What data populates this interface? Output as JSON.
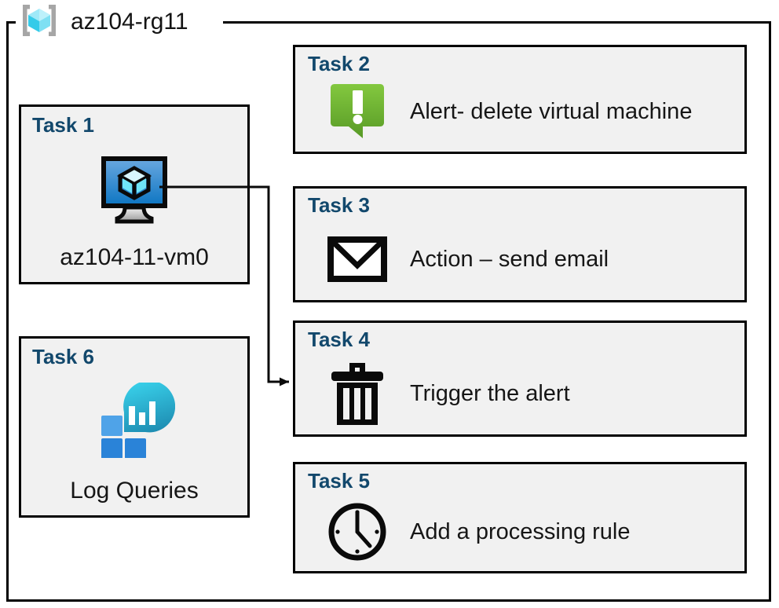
{
  "resource_group": {
    "name": "az104-rg11",
    "icon": "resource-group-cube-icon",
    "border_color": "#000000"
  },
  "colors": {
    "task_label": "#12486c",
    "box_fill": "#f1f1f1",
    "box_border": "#000000",
    "alert_green_light": "#7dc242",
    "alert_green_dark": "#5a9b27",
    "vm_blue_light": "#5ea0de",
    "vm_blue_dark": "#0c75c2",
    "log_cyan": "#35cbe9",
    "log_teal": "#1f8fb4",
    "log_square_light": "#4fa3e8",
    "log_square_dark": "#2a83d8",
    "rg_cube_cyan": "#46dcf5",
    "rg_bracket_gray": "#a6a6a6"
  },
  "tasks": [
    {
      "id": "task1",
      "label": "Task 1",
      "caption": "az104-11-vm0",
      "icon": "virtual-machine-icon",
      "column": "left"
    },
    {
      "id": "task2",
      "label": "Task 2",
      "text": "Alert- delete virtual machine",
      "icon": "alert-bubble-icon",
      "column": "right"
    },
    {
      "id": "task3",
      "label": "Task 3",
      "text": "Action – send email",
      "icon": "envelope-icon",
      "column": "right"
    },
    {
      "id": "task4",
      "label": "Task 4",
      "text": "Trigger the alert",
      "icon": "trash-can-icon",
      "column": "right"
    },
    {
      "id": "task5",
      "label": "Task 5",
      "text": "Add a processing rule",
      "icon": "clock-icon",
      "column": "right"
    },
    {
      "id": "task6",
      "label": "Task 6",
      "caption": "Log Queries",
      "icon": "log-analytics-icon",
      "column": "left"
    }
  ],
  "connector": {
    "from": "virtual-machine-icon",
    "to": "task4",
    "style": "elbow-arrow"
  }
}
